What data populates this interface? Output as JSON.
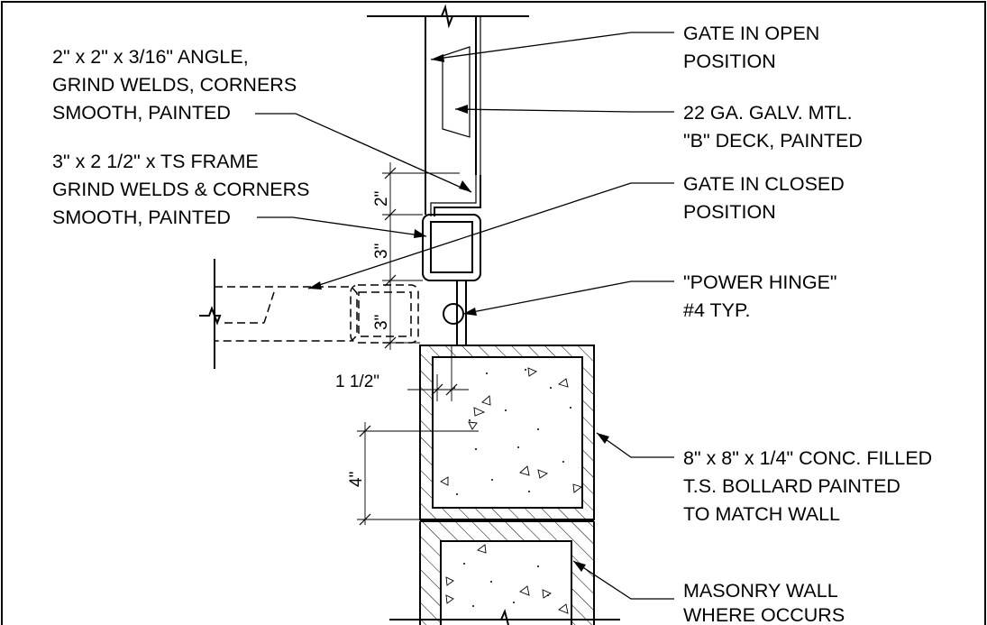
{
  "callouts": {
    "gate_open": [
      "GATE IN OPEN",
      "POSITION"
    ],
    "deck": [
      "22 GA. GALV. MTL.",
      "\"B\" DECK, PAINTED"
    ],
    "gate_closed": [
      "GATE IN CLOSED",
      "POSITION"
    ],
    "hinge": [
      "\"POWER HINGE\"",
      "#4 TYP."
    ],
    "bollard": [
      "8\" x 8\" x 1/4\" CONC. FILLED",
      "T.S. BOLLARD PAINTED",
      "TO MATCH WALL"
    ],
    "wall": [
      "MASONRY WALL",
      "WHERE OCCURS"
    ],
    "angle": [
      "2\" x 2\" x 3/16\" ANGLE,",
      "GRIND WELDS, CORNERS",
      "SMOOTH, PAINTED"
    ],
    "frame": [
      "3\" x 2 1/2\" x TS FRAME",
      "GRIND WELDS & CORNERS",
      "SMOOTH, PAINTED"
    ]
  },
  "dimensions": {
    "angle_leg": "2\"",
    "frame_depth": "3\"",
    "closed_frame_depth": "3\"",
    "hinge_offset": "1 1/2\"",
    "bollard_offset": "4\""
  }
}
